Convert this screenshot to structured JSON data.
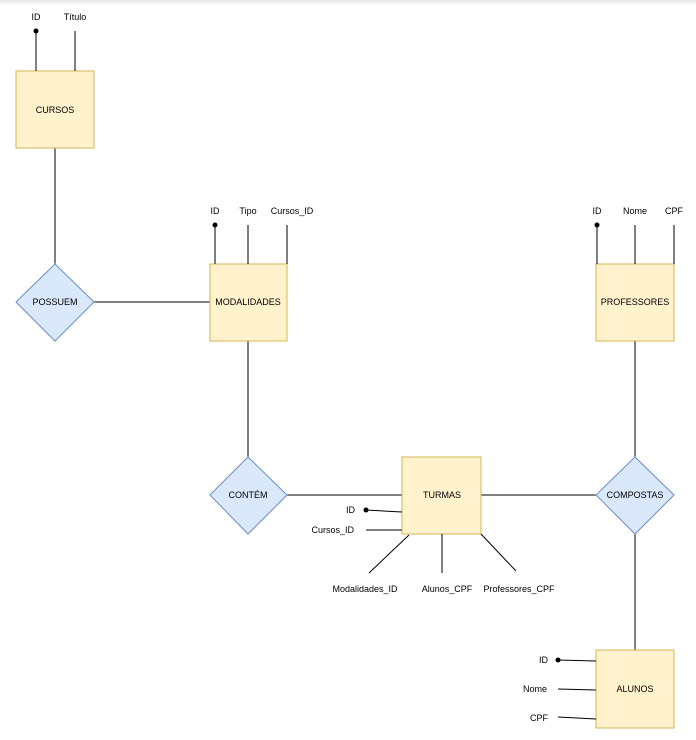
{
  "colors": {
    "entity_fill": "#fff2cc",
    "entity_stroke": "#d6b656",
    "relationship_fill": "#dae8fc",
    "relationship_stroke": "#6c8ebf"
  },
  "entities": {
    "cursos": {
      "label": "CURSOS",
      "attr_id": "ID",
      "attr_titulo": "Título"
    },
    "modalidades": {
      "label": "MODALIDADES",
      "attr_id": "ID",
      "attr_tipo": "Tipo",
      "attr_cursos_id": "Cursos_ID"
    },
    "professores": {
      "label": "PROFESSORES",
      "attr_id": "ID",
      "attr_nome": "Nome",
      "attr_cpf": "CPF"
    },
    "turmas": {
      "label": "TURMAS",
      "attr_id": "ID",
      "attr_cursos_id": "Cursos_ID",
      "attr_modalidades_id": "Modalidades_ID",
      "attr_alunos_cpf": "Alunos_CPF",
      "attr_professores_cpf": "Professores_CPF"
    },
    "alunos": {
      "label": "ALUNOS",
      "attr_id": "ID",
      "attr_nome": "Nome",
      "attr_cpf": "CPF"
    }
  },
  "relationships": {
    "possuem": "POSSUEM",
    "contem": "CONTÉM",
    "compostas": "COMPOSTAS"
  }
}
